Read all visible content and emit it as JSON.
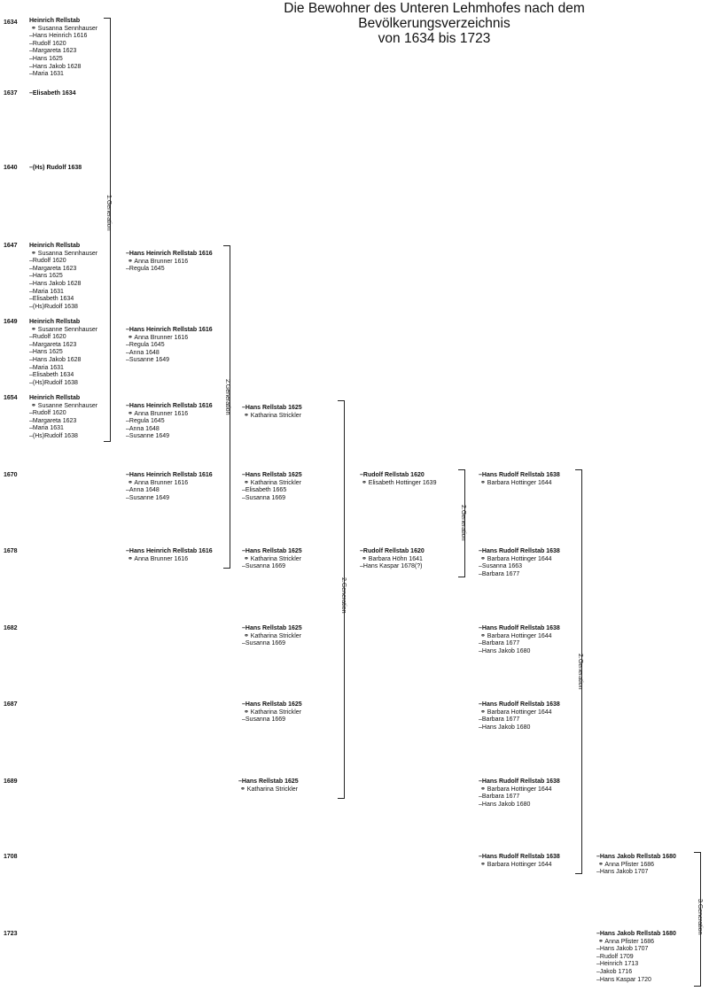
{
  "title": {
    "line1": "Die Bewohner des Unteren Lehmhofes nach dem Bevölkerungsverzeichnis",
    "line2": "von 1634 bis 1723"
  },
  "years": [
    "1634",
    "1637",
    "1640",
    "1647",
    "1649",
    "1654",
    "1670",
    "1678",
    "1682",
    "1687",
    "1689",
    "1708",
    "1723"
  ],
  "generations": [
    "1.Generation",
    "2.Generation",
    "2.Generation",
    "2.Generation",
    "2.Generation",
    "3.Generation"
  ],
  "blocks": [
    {
      "lines": [
        "Heinrich Rellstab",
        "⚭ Susanna Sennhauser",
        "–Hans Heinrich 1616",
        "–Rudolf 1620",
        "–Margareta 1623",
        "–Hans 1625",
        "–Hans Jakob 1628",
        "–Maria 1631"
      ]
    },
    {
      "lines": [
        "–Elisabeth 1634"
      ]
    },
    {
      "lines": [
        "–(Hs) Rudolf 1638"
      ]
    },
    {
      "lines": [
        "Heinrich Rellstab",
        "⚭ Susanna Sennhauser",
        "–Rudolf 1620",
        "–Margareta 1623",
        "–Hans 1625",
        "–Hans Jakob 1628",
        "–Maria 1631",
        "–Elisabeth 1634",
        "–(Hs)Rudolf 1638"
      ]
    },
    {
      "lines": [
        "Heinrich Rellstab",
        "⚭ Susanne Sennhauser",
        "–Rudolf 1620",
        "–Margareta 1623",
        "–Hans 1625",
        "–Hans Jakob 1628",
        "–Maria 1631",
        "–Elisabeth 1634",
        "–(Hs)Rudolf 1638"
      ]
    },
    {
      "lines": [
        "Heinrich Rellstab",
        "⚭ Susanne Sennhauser",
        "–Rudolf 1620",
        "–Margareta 1623",
        "–Maria 1631",
        "–(Hs)Rudolf 1638"
      ]
    },
    {
      "lines": [
        "–Hans Heinrich Rellstab 1616",
        "⚭ Anna Brunner 1616",
        "–Regula 1645"
      ]
    },
    {
      "lines": [
        "–Hans Heinrich Rellstab 1616",
        "⚭ Anna Brunner 1616",
        "–Regula 1645",
        "–Anna 1648",
        "–Susanne 1649"
      ]
    },
    {
      "lines": [
        "–Hans Heinrich Rellstab 1616",
        "⚭ Anna Brunner 1616",
        "–Regula 1645",
        "–Anna 1648",
        "–Susanne 1649"
      ]
    },
    {
      "lines": [
        "–Hans Heinrich Rellstab 1616",
        "⚭ Anna Brunner 1616",
        "–Anna 1648",
        "–Susanne 1649"
      ]
    },
    {
      "lines": [
        "–Hans Heinrich Rellstab 1616",
        "⚭ Anna Brunner 1616"
      ]
    },
    {
      "lines": [
        "–Hans Rellstab 1625",
        "⚭ Katharina Strickler"
      ]
    },
    {
      "lines": [
        "–Hans Rellstab 1625",
        "⚭ Katharina Strickler",
        "–Elisabeth 1665",
        "–Susanna 1669"
      ]
    },
    {
      "lines": [
        "–Hans Rellstab 1625",
        "⚭ Katharina Strickler",
        "–Susanna 1669"
      ]
    },
    {
      "lines": [
        "–Hans Rellstab 1625",
        "⚭ Katharina Strickler",
        "–Susanna 1669"
      ]
    },
    {
      "lines": [
        "–Hans Rellstab 1625",
        "⚭ Katharina Strickler",
        "–Susanna 1669"
      ]
    },
    {
      "lines": [
        "–Hans Rellstab 1625",
        "⚭ Katharina Strickler"
      ]
    },
    {
      "lines": [
        "–Rudolf Rellstab 1620",
        "⚭ Elisabeth Hottinger 1639"
      ]
    },
    {
      "lines": [
        "–Rudolf Rellstab 1620",
        "⚭ Barbara Höhn 1641",
        "–Hans Kaspar 1678(?)"
      ]
    },
    {
      "lines": [
        "–Hans Rudolf Rellstab 1638",
        "⚭ Barbara Hottinger 1644"
      ]
    },
    {
      "lines": [
        "–Hans Rudolf Rellstab 1638",
        "⚭ Barbara Hottinger 1644",
        "–Susanna 1663",
        "–Barbara 1677"
      ]
    },
    {
      "lines": [
        "–Hans Rudolf Rellstab 1638",
        "⚭ Barbara Hottinger 1644",
        "–Barbara 1677",
        "–Hans Jakob 1680"
      ]
    },
    {
      "lines": [
        "–Hans Rudolf Rellstab 1638",
        "⚭ Barbara Hottinger 1644",
        "–Barbara 1677",
        "–Hans Jakob 1680"
      ]
    },
    {
      "lines": [
        "–Hans Rudolf Rellstab 1638",
        "⚭ Barbara Hottinger 1644",
        "–Barbara 1677",
        "–Hans Jakob 1680"
      ]
    },
    {
      "lines": [
        "–Hans Rudolf Rellstab 1638",
        "⚭ Barbara Hottinger 1644"
      ]
    },
    {
      "lines": [
        "–Hans Jakob Rellstab 1680",
        "⚭ Anna Pfister 1686",
        "–Hans Jakob 1707"
      ]
    },
    {
      "lines": [
        "–Hans Jakob Rellstab 1680",
        "⚭ Anna Pfister 1686",
        "–Hans Jakob 1707",
        "–Rudolf 1709",
        "–Heinrich 1713",
        "–Jakob 1716",
        "–Hans Kaspar 1720"
      ]
    }
  ]
}
